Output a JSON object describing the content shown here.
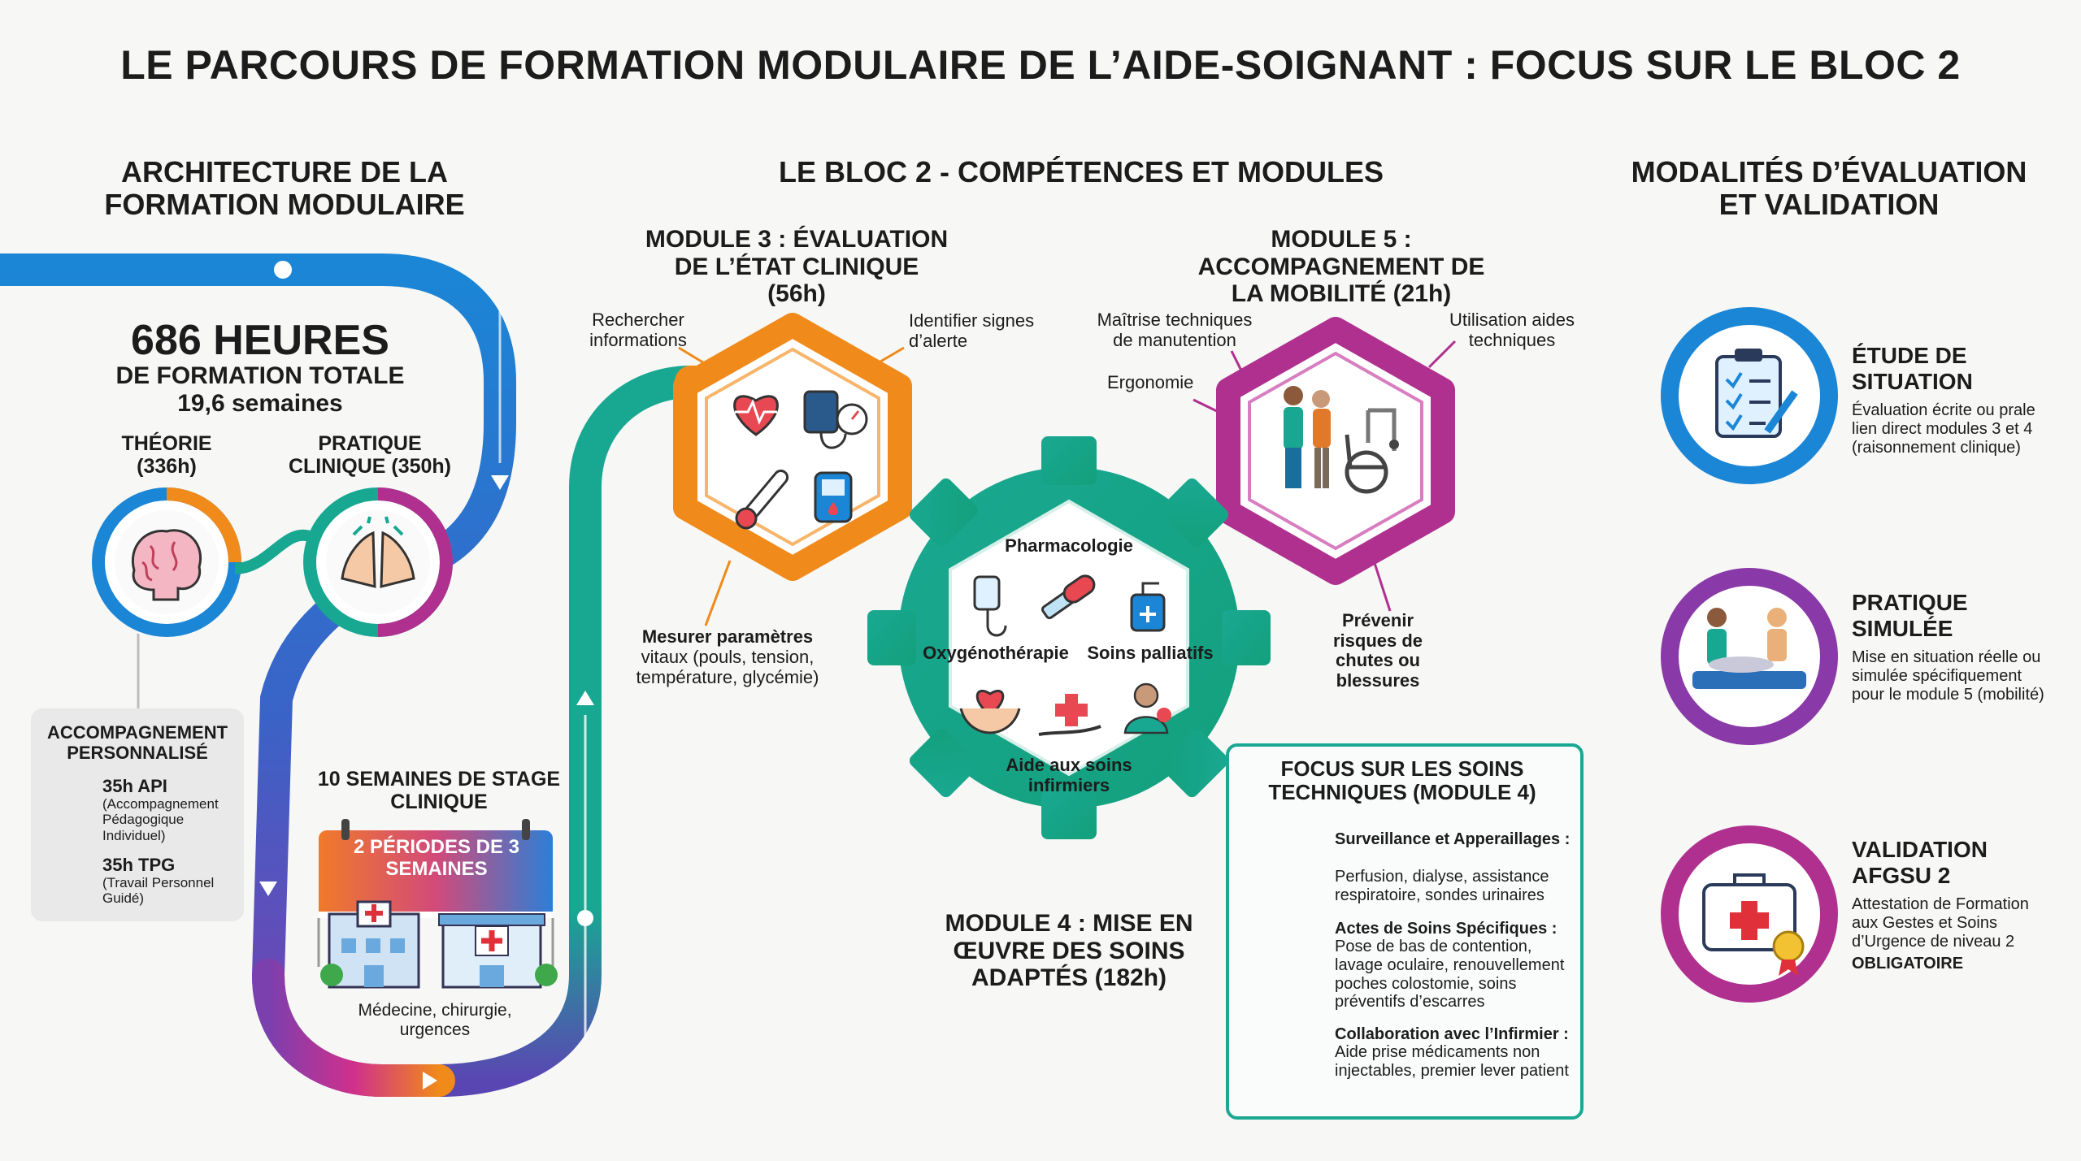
{
  "title": "LE PARCOURS DE FORMATION MODULAIRE DE L’AIDE-SOIGNANT : FOCUS SUR LE BLOC 2",
  "colors": {
    "blue": "#1b86d6",
    "orange": "#f08a1a",
    "magenta": "#b0308f",
    "teal": "#18a892",
    "purple": "#6b3fa8",
    "text": "#1c1c1c"
  },
  "left": {
    "heading": "ARCHITECTURE DE LA FORMATION MODULAIRE",
    "hours_big": "686 HEURES",
    "hours_sub": "DE FORMATION TOTALE",
    "weeks": "19,6 semaines",
    "theory_label": "THÉORIE (336h)",
    "practice_label": "PRATIQUE CLINIQUE (350h)",
    "api_box": {
      "title": "ACCOMPAGNEMENT PERSONNALISÉ",
      "api_hours": "35h API",
      "api_desc": "(Accompagnement Pédagogique Individuel)",
      "tpg_hours": "35h TPG",
      "tpg_desc": "(Travail Personnel Guidé)"
    },
    "stage_title": "10 SEMAINES DE STAGE CLINIQUE",
    "periods": "2 PÉRIODES DE 3 SEMAINES",
    "services": "Médecine, chirurgie, urgences",
    "icons": [
      "brain-icon",
      "hands-icon",
      "brain-small-icon",
      "clipboard-small-icon",
      "hospital-icon"
    ]
  },
  "center": {
    "heading": "LE BLOC 2 - COMPÉTENCES ET MODULES",
    "module3": {
      "title": "MODULE 3 : ÉVALUATION DE L’ÉTAT CLINIQUE (56h)",
      "note_a": "Rechercher informations",
      "note_b": "Identifier signes d’alerte",
      "note_c_bold": "Mesurer paramètres",
      "note_c": "vitaux (pouls, tension, température, glycémie)"
    },
    "module5": {
      "title": "MODULE 5 : ACCOMPAGNEMENT DE LA MOBILITÉ (21h)",
      "note_a": "Maîtrise techniques de manutention",
      "note_b": "Utilisation aides techniques",
      "note_c": "Ergonomie",
      "note_d": "Prévenir risques de chutes ou blessures"
    },
    "module4": {
      "title": "MODULE 4 : MISE EN ŒUVRE DES SOINS ADAPTÉS (182h)",
      "gear_items": [
        "Pharmacologie",
        "Oxygénothérapie",
        "Soins palliatifs",
        "Aide aux soins infirmiers"
      ]
    },
    "focus": {
      "title": "FOCUS SUR LES SOINS TECHNIQUES (MODULE 4)",
      "items": [
        {
          "head": "Surveillance et Apperaillages :",
          "text": "Perfusion, dialyse, assistance respiratoire, sondes urinaires"
        },
        {
          "head": "Actes de Soins Spécifiques :",
          "text": "Pose de bas de contention, lavage oculaire, renouvellement poches colostomie, soins préventifs d’escarres"
        },
        {
          "head": "Collaboration avec l’Infirmier :",
          "text": "Aide prise médicaments non injectables, premier lever patient"
        }
      ]
    }
  },
  "right": {
    "heading": "MODALITÉS D’ÉVALUATION ET VALIDATION",
    "steps": [
      {
        "title": "ÉTUDE DE SITUATION",
        "text": "Évaluation écrite ou prale lien direct modules 3 et 4 (raisonnement clinique)",
        "strong": ""
      },
      {
        "title": "PRATIQUE SIMULÉE",
        "text": "Mise en situation réelle ou simulée spécifiquement pour le module 5 (mobilité)",
        "strong": ""
      },
      {
        "title": "VALIDATION AFGSU 2",
        "text": "Attestation de Formation aux Gestes et Soins d’Urgence de niveau 2",
        "strong": "OBLIGATOIRE"
      }
    ]
  }
}
